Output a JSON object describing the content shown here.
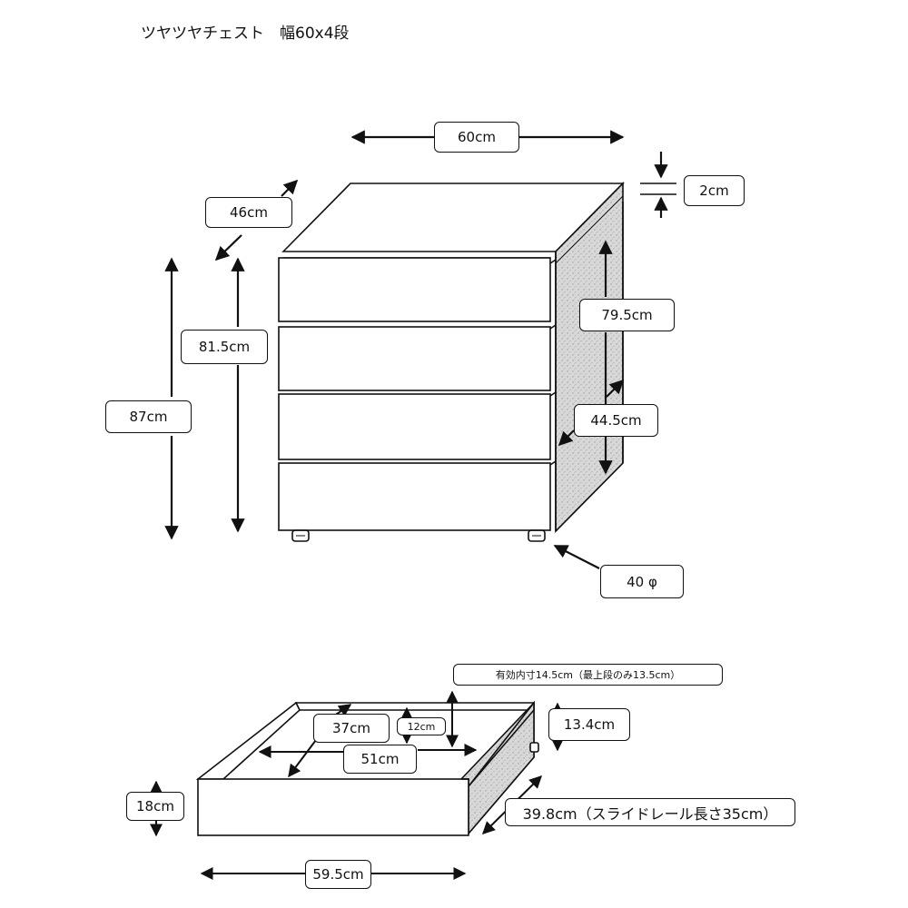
{
  "title": "ツヤツヤチェスト　幅60x4段",
  "chest": {
    "width": "60cm",
    "depth": "46cm",
    "top_thickness": "2cm",
    "height_total": "87cm",
    "body_height": "81.5cm",
    "inner_height": "79.5cm",
    "inner_depth": "44.5cm",
    "caster": "40 φ"
  },
  "drawer": {
    "effective_inner": "有効内寸14.5cm（最上段のみ13.5cm）",
    "inner_depth": "37cm",
    "inner_height_small": "12cm",
    "inner_width": "51cm",
    "side_height": "13.4cm",
    "front_height": "18cm",
    "slide_rail": "39.8cm（スライドレール長さ35cm）",
    "front_width": "59.5cm"
  }
}
